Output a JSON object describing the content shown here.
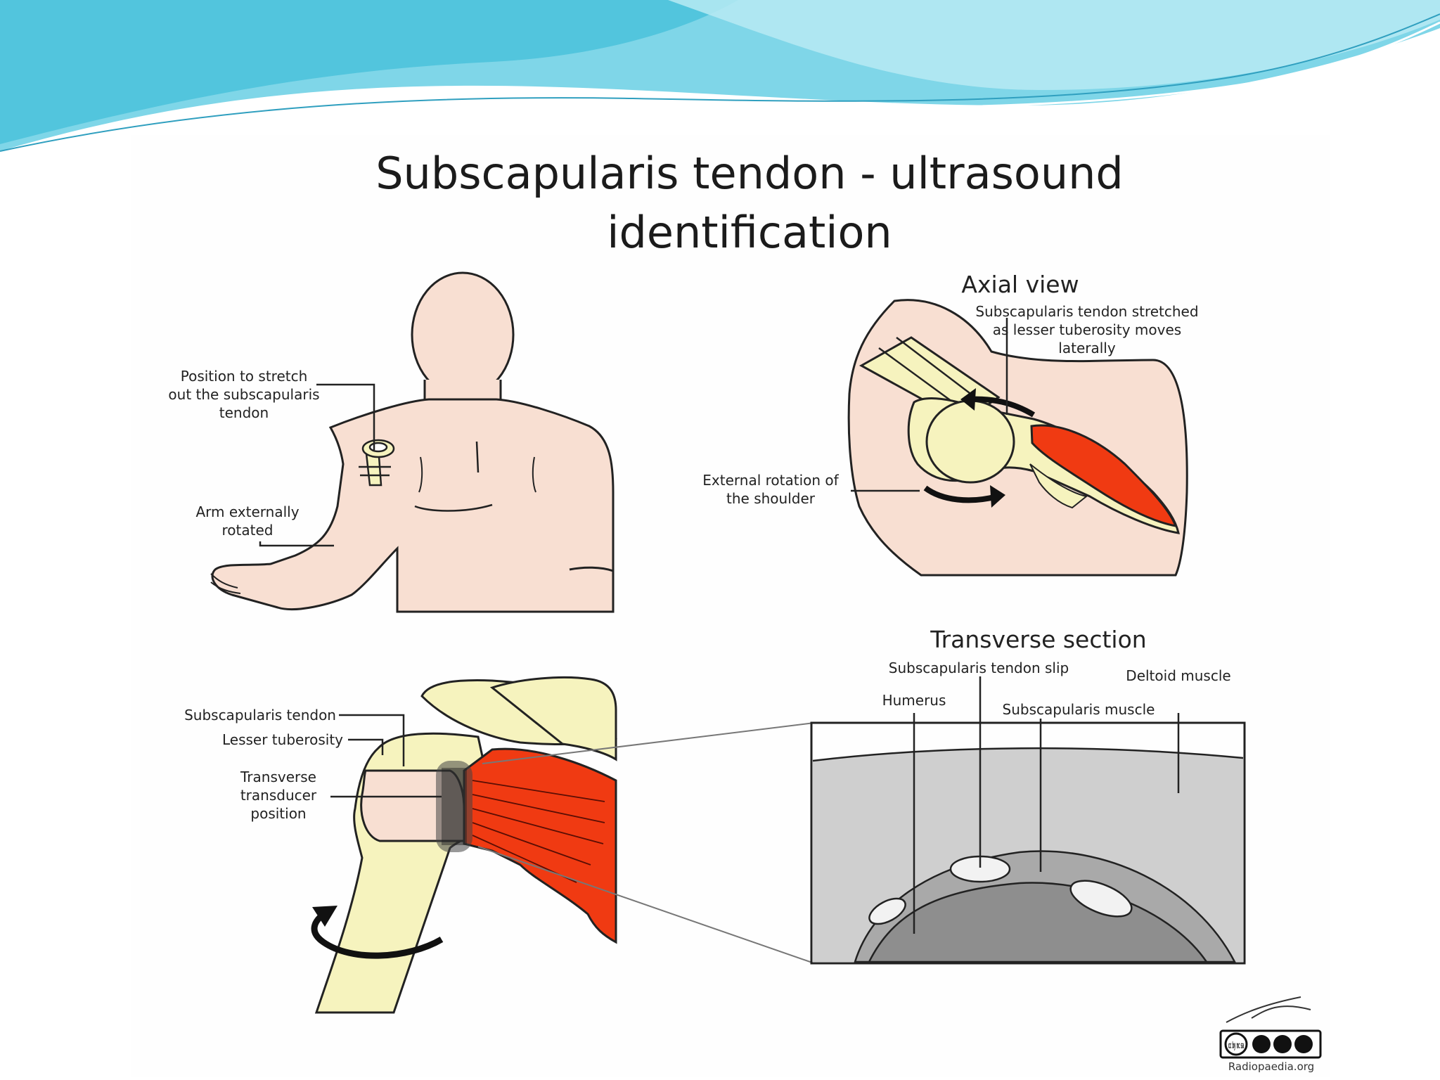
{
  "title": {
    "line1": "Subscapularis tendon - ultrasound",
    "line2": "identification"
  },
  "body_panel": {
    "label_position": [
      "Position to stretch",
      "out the subscapularis",
      "tendon"
    ],
    "label_arm": [
      "Arm externally",
      "rotated"
    ]
  },
  "axial": {
    "heading": "Axial view",
    "label_stretched": [
      "Subscapularis tendon stretched",
      "as lesser tuberosity moves",
      "laterally"
    ],
    "label_rotation": [
      "External rotation of",
      "the shoulder"
    ]
  },
  "shoulder": {
    "label_tendon": "Subscapularis tendon",
    "label_tuberosity": "Lesser tuberosity",
    "label_transducer": [
      "Transverse",
      "transducer",
      "position"
    ]
  },
  "transverse": {
    "heading": "Transverse section",
    "label_slip": "Subscapularis tendon slip",
    "label_deltoid": "Deltoid muscle",
    "label_humerus": "Humerus",
    "label_muscle": "Subscapularis muscle"
  },
  "credit": {
    "license_badge": "cc by nc sa",
    "source": "Radiopaedia.org"
  },
  "colors": {
    "skin": "#f8dfd2",
    "bone": "#f6f3be",
    "muscle": "#f03a12",
    "header_wave": "#5fcbe0",
    "us_light": "#cfcfcf",
    "us_mid": "#a9a9a9",
    "us_dark": "#8e8e8e"
  }
}
